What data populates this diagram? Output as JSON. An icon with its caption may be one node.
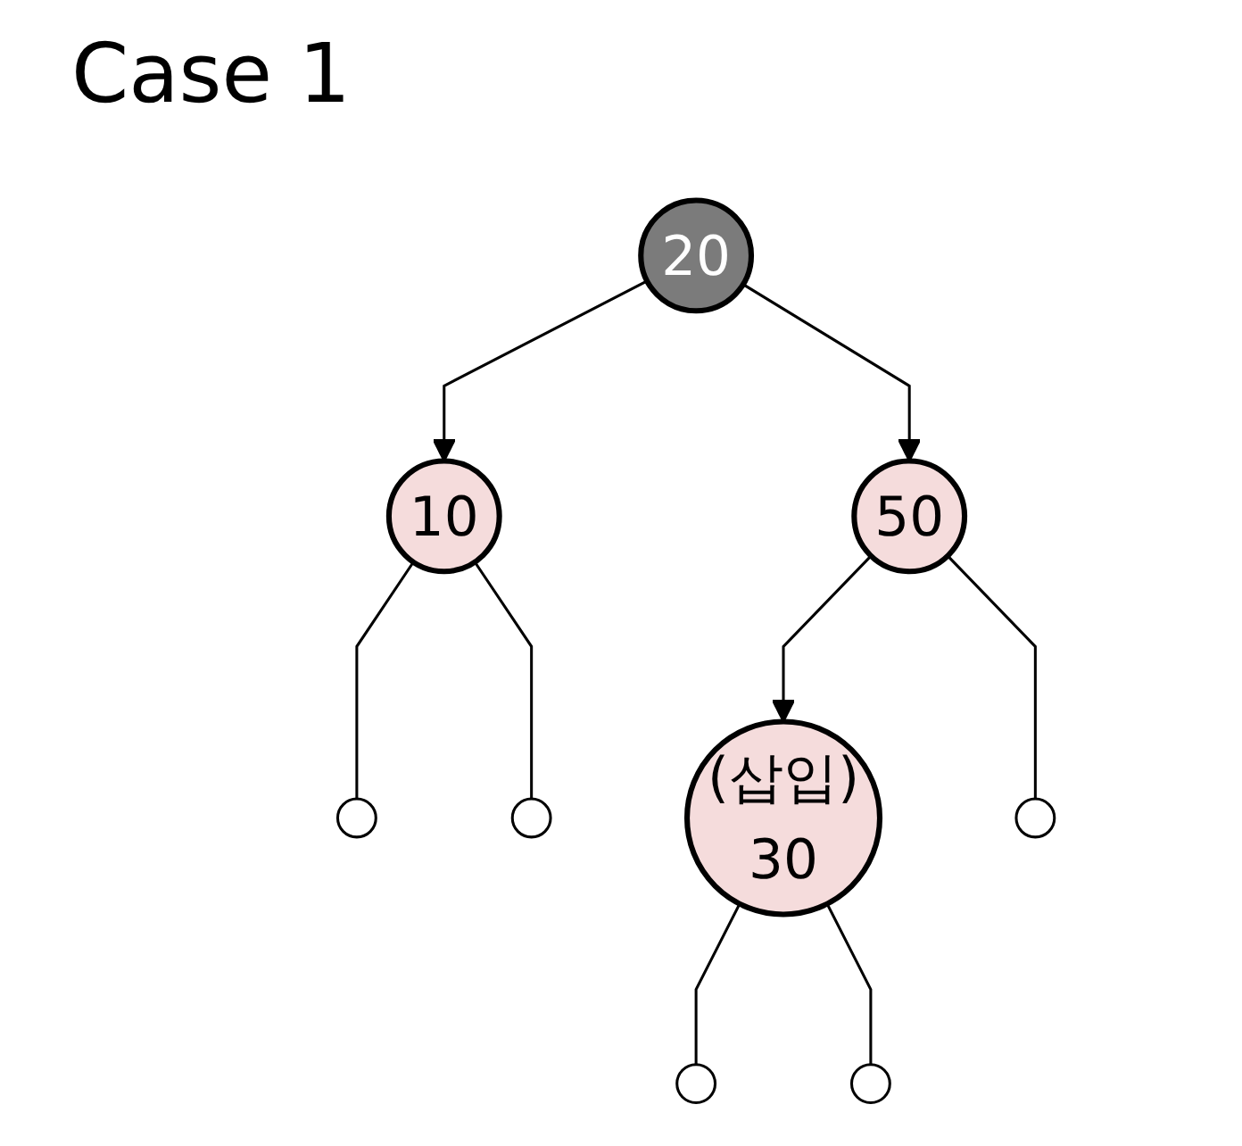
{
  "diagram": {
    "title": "Case 1",
    "nodes": [
      {
        "text": [
          "20"
        ]
      },
      {
        "text": [
          "10"
        ]
      },
      {
        "text": [
          "50"
        ]
      },
      {
        "text": [
          "(삽입)",
          "30"
        ]
      },
      {
        "text": [],
        "shape": "circle"
      },
      {
        "text": [],
        "shape": "circle"
      },
      {
        "text": [],
        "shape": "circle"
      },
      {
        "text": [],
        "shape": "circle"
      },
      {
        "text": [],
        "shape": "circle"
      }
    ],
    "edges": [
      {
        "from": 0,
        "to": 1,
        "arrow": "to"
      },
      {
        "from": 0,
        "to": 2,
        "arrow": "to"
      },
      {
        "from": 1,
        "to": 4,
        "arrow": "none"
      },
      {
        "from": 1,
        "to": 5,
        "arrow": "none"
      },
      {
        "from": 2,
        "to": 3,
        "arrow": "to"
      },
      {
        "from": 2,
        "to": 6,
        "arrow": "none"
      },
      {
        "from": 3,
        "to": 7,
        "arrow": "none"
      },
      {
        "from": 3,
        "to": 8,
        "arrow": "none"
      }
    ]
  }
}
